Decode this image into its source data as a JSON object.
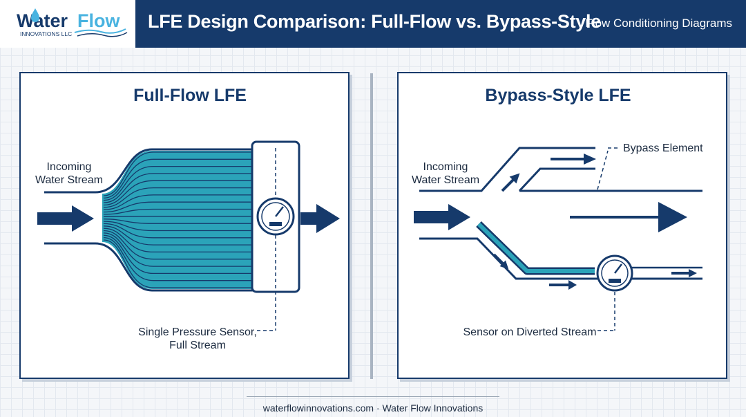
{
  "header": {
    "logo_word1": "Water",
    "logo_word2": "Flow",
    "logo_tagline": "INNOVATIONS LLC",
    "title": "LFE Design Comparison: Full-Flow vs. Bypass-Style",
    "subtitle": "Flow Conditioning Diagrams"
  },
  "left_panel": {
    "title": "Full-Flow LFE",
    "inlet_label_line1": "Incoming",
    "inlet_label_line2": "Water Stream",
    "sensor_label_line1": "Single Pressure Sensor,",
    "sensor_label_line2": "Full Stream"
  },
  "right_panel": {
    "title": "Bypass-Style LFE",
    "inlet_label_line1": "Incoming",
    "inlet_label_line2": "Water Stream",
    "bypass_label": "Bypass Element",
    "sensor_label": "Sensor on Diverted Stream"
  },
  "footer": {
    "text": "waterflowinnovations.com · Water Flow Innovations"
  },
  "colors": {
    "navy": "#163a6b",
    "teal": "#2ba3b9",
    "accent_light_blue": "#49b3e0"
  }
}
